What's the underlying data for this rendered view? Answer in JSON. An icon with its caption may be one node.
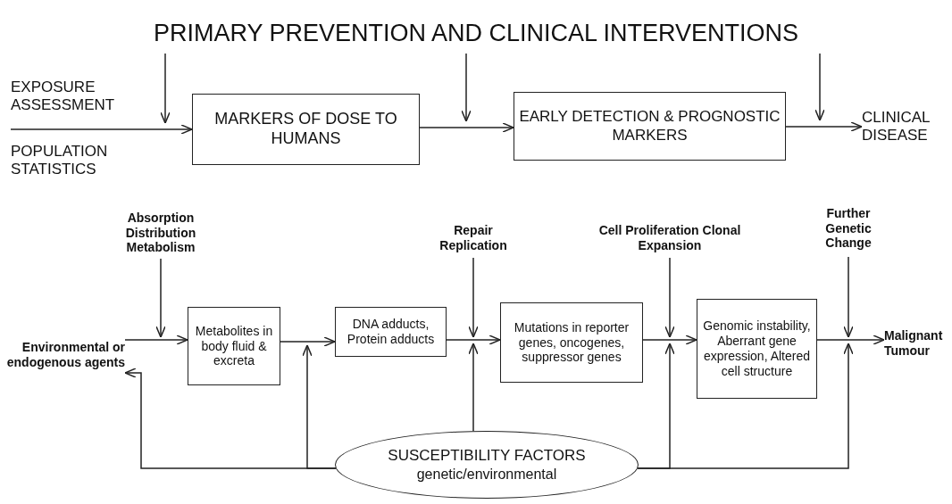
{
  "diagram": {
    "nodes": [
      {
        "text": [
          "PRIMARY PREVENTION AND CLINICAL INTERVENTIONS"
        ]
      },
      {
        "text": [
          "MARKERS OF DOSE TO HUMANS"
        ]
      },
      {
        "text": [
          "EARLY DETECTION & PROGNOSTIC MARKERS"
        ]
      },
      {
        "text": [
          "CLINICAL DISEASE"
        ]
      },
      {
        "text": [
          "Absorption Distribution Metabolism"
        ]
      },
      {
        "text": [
          "Repair Replication"
        ]
      },
      {
        "text": [
          "Cell Proliferation Clonal Expansion"
        ]
      },
      {
        "text": [
          "Further Genetic Change"
        ]
      },
      {
        "text": [
          "Environmental or endogenous agents"
        ]
      },
      {
        "text": [
          "Metabolites in body fluid & excreta"
        ]
      },
      {
        "text": [
          "DNA adducts, Protein adducts"
        ]
      },
      {
        "text": [
          "Mutations in reporter genes, oncogenes, suppressor genes"
        ]
      },
      {
        "text": [
          "Genomic instability, Aberrant gene expression, Altered cell structure"
        ]
      },
      {
        "text": [
          "Malignant Tumour"
        ]
      },
      {
        "text": [
          "SUSCEPTIBILITY FACTORS",
          "genetic/environmental"
        ]
      }
    ],
    "edges": [
      {
        "from": null,
        "to": 1,
        "arrow": "to"
      },
      {
        "from": 1,
        "to": 2,
        "arrow": "to"
      },
      {
        "from": 2,
        "to": 3,
        "arrow": "to"
      },
      {
        "from": 0,
        "to": null,
        "arrow": "to"
      },
      {
        "from": 0,
        "to": null,
        "arrow": "to"
      },
      {
        "from": 0,
        "to": null,
        "arrow": "to"
      },
      {
        "from": 8,
        "to": 9,
        "arrow": "to"
      },
      {
        "from": 9,
        "to": 10,
        "arrow": "to"
      },
      {
        "from": 10,
        "to": 11,
        "arrow": "to"
      },
      {
        "from": 11,
        "to": 12,
        "arrow": "to"
      },
      {
        "from": 12,
        "to": 13,
        "arrow": "to"
      },
      {
        "from": 4,
        "to": null,
        "arrow": "to"
      },
      {
        "from": 5,
        "to": null,
        "arrow": "to"
      },
      {
        "from": 6,
        "to": null,
        "arrow": "to"
      },
      {
        "from": 7,
        "to": null,
        "arrow": "to"
      },
      {
        "from": 14,
        "to": 8,
        "arrow": "to"
      },
      {
        "from": 14,
        "to": null,
        "arrow": "to"
      },
      {
        "from": 14,
        "to": null,
        "arrow": "to"
      },
      {
        "from": 14,
        "to": null,
        "arrow": "to"
      },
      {
        "from": 14,
        "to": null,
        "arrow": "to"
      }
    ],
    "labels": [
      "EXPOSURE ASSESSMENT",
      "POPULATION STATISTICS"
    ]
  }
}
